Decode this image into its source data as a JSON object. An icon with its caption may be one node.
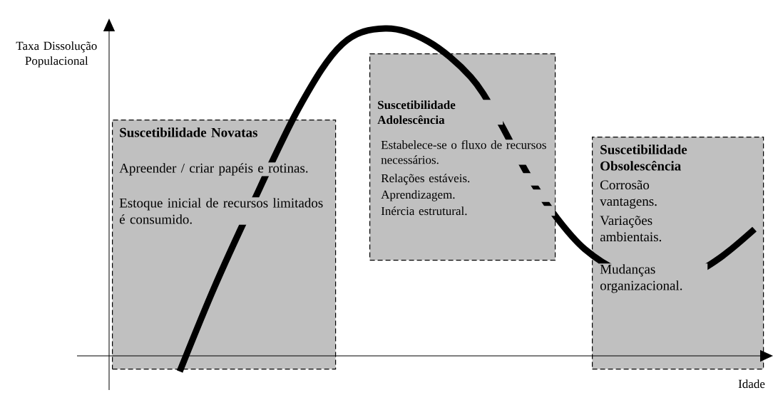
{
  "diagram": {
    "nodes": [
      {
        "text": [
          "Suscetibilidade Novatas",
          "Apreender / criar papéis e rotinas.",
          "Estoque inicial de recursos limitados é consumido."
        ]
      },
      {
        "text": [
          "Suscetibilidade Adolescência",
          "Estabelece-se o fluxo de recursos necessários.",
          "Relações estáveis.",
          "Aprendizagem.",
          "Inércia estrutural."
        ]
      },
      {
        "text": [
          "Suscetibilidade Obsolescência",
          "Corrosão vantagens.",
          "Variações ambientais.",
          "Mudanças organizacional."
        ]
      }
    ],
    "labels": [
      "Taxa Dissolução Populacional",
      "Idade"
    ]
  }
}
